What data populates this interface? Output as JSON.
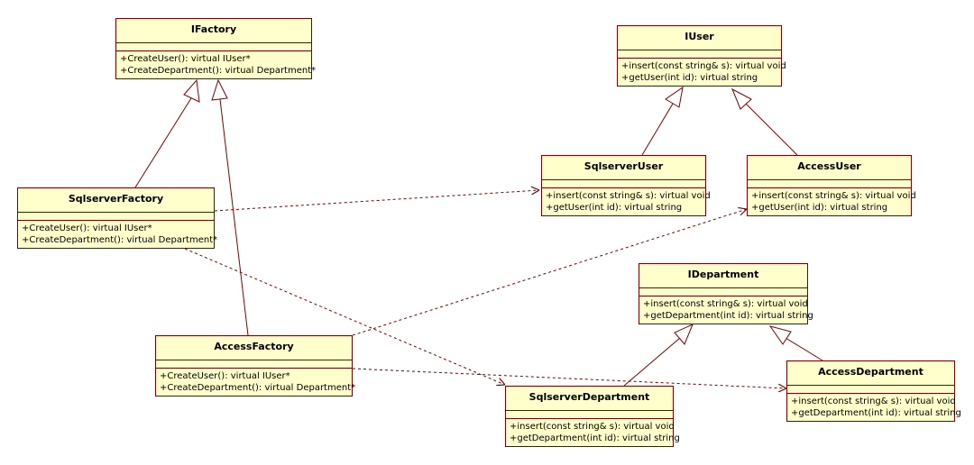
{
  "classes": {
    "ifactory": {
      "name": "IFactory",
      "operations": [
        "+CreateUser(): virtual IUser*",
        "+CreateDepartment(): virtual Department*"
      ]
    },
    "iuser": {
      "name": "IUser",
      "operations": [
        "+insert(const string& s): virtual void",
        "+getUser(int id): virtual string"
      ]
    },
    "sqlserver_factory": {
      "name": "SqlserverFactory",
      "operations": [
        "+CreateUser(): virtual IUser*",
        "+CreateDepartment(): virtual Department*"
      ]
    },
    "sqlserver_user": {
      "name": "SqlserverUser",
      "operations": [
        "+insert(const string& s): virtual void",
        "+getUser(int id): virtual string"
      ]
    },
    "access_user": {
      "name": "AccessUser",
      "operations": [
        "+insert(const string& s): virtual void",
        "+getUser(int id): virtual string"
      ]
    },
    "idepartment": {
      "name": "IDepartment",
      "operations": [
        "+insert(const string& s): virtual void",
        "+getDepartment(int id): virtual string"
      ]
    },
    "access_factory": {
      "name": "AccessFactory",
      "operations": [
        "+CreateUser(): virtual IUser*",
        "+CreateDepartment(): virtual Department*"
      ]
    },
    "access_department": {
      "name": "AccessDepartment",
      "operations": [
        "+insert(const string& s): virtual void",
        "+getDepartment(int id): virtual string"
      ]
    },
    "sqlserver_department": {
      "name": "SqlserverDepartment",
      "operations": [
        "+insert(const string& s): virtual void",
        "+getDepartment(int id): virtual string"
      ]
    }
  },
  "colors": {
    "class_fill": "#ffffcc",
    "class_border": "#800000",
    "line": "#800000"
  }
}
